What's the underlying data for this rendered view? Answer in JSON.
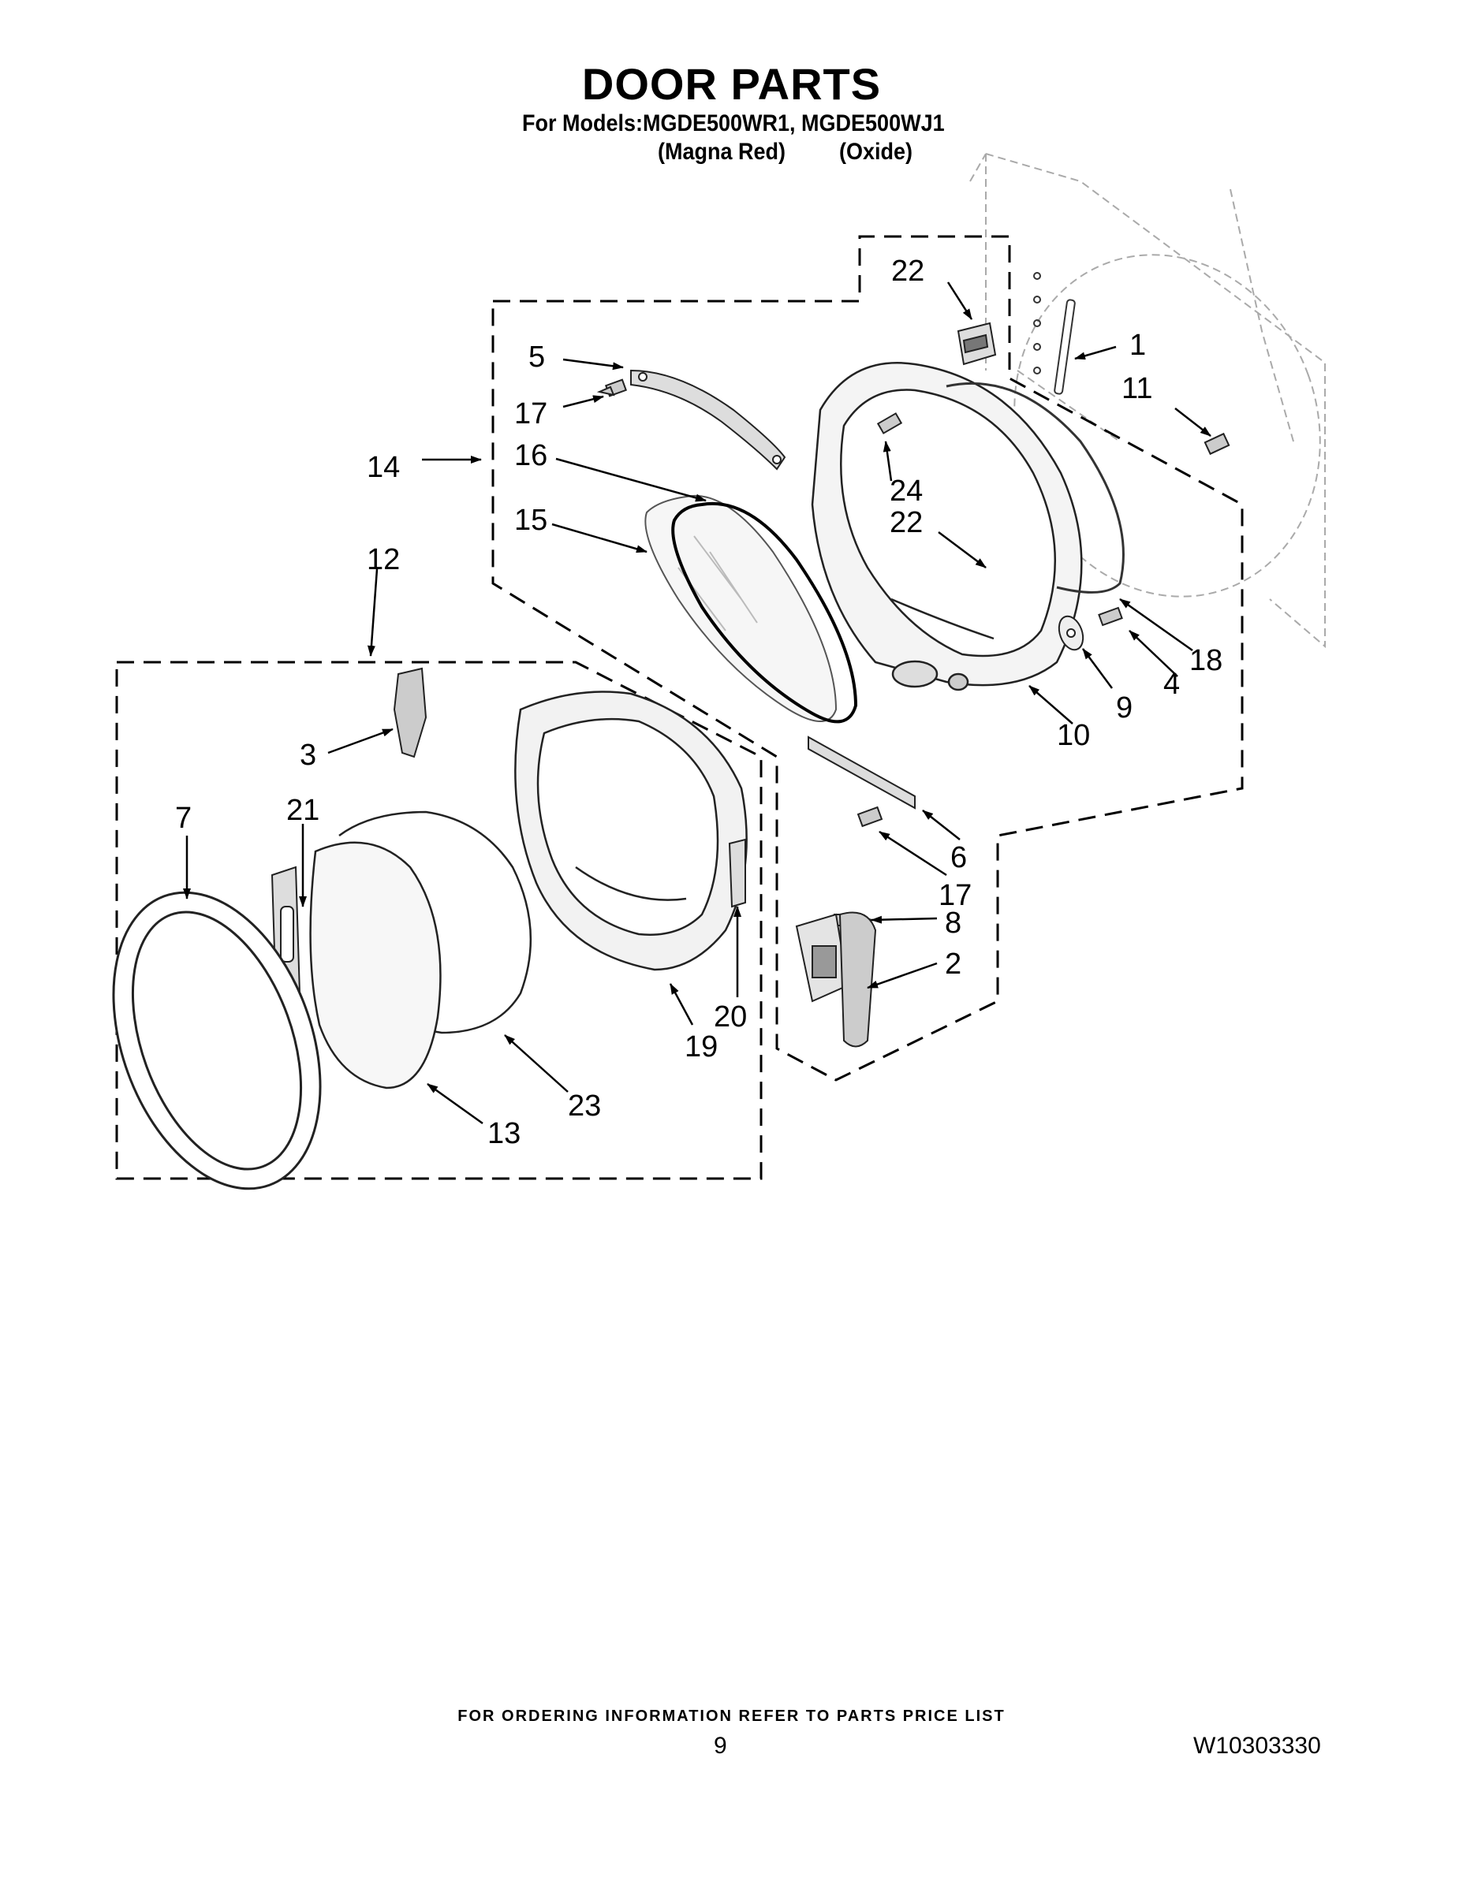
{
  "header": {
    "title": "DOOR PARTS",
    "models_line": "For Models:MGDE500WR1, MGDE500WJ1",
    "variant_1": "(Magna Red)",
    "variant_2": "(Oxide)"
  },
  "callouts": [
    "1",
    "2",
    "3",
    "4",
    "5",
    "6",
    "7",
    "8",
    "9",
    "10",
    "11",
    "12",
    "13",
    "14",
    "15",
    "16",
    "17",
    "17",
    "18",
    "19",
    "20",
    "21",
    "22",
    "22",
    "23",
    "24"
  ],
  "footer": {
    "ordering_note": "FOR ORDERING INFORMATION REFER TO PARTS PRICE LIST",
    "page_number": "9",
    "document_number": "W10303330"
  }
}
